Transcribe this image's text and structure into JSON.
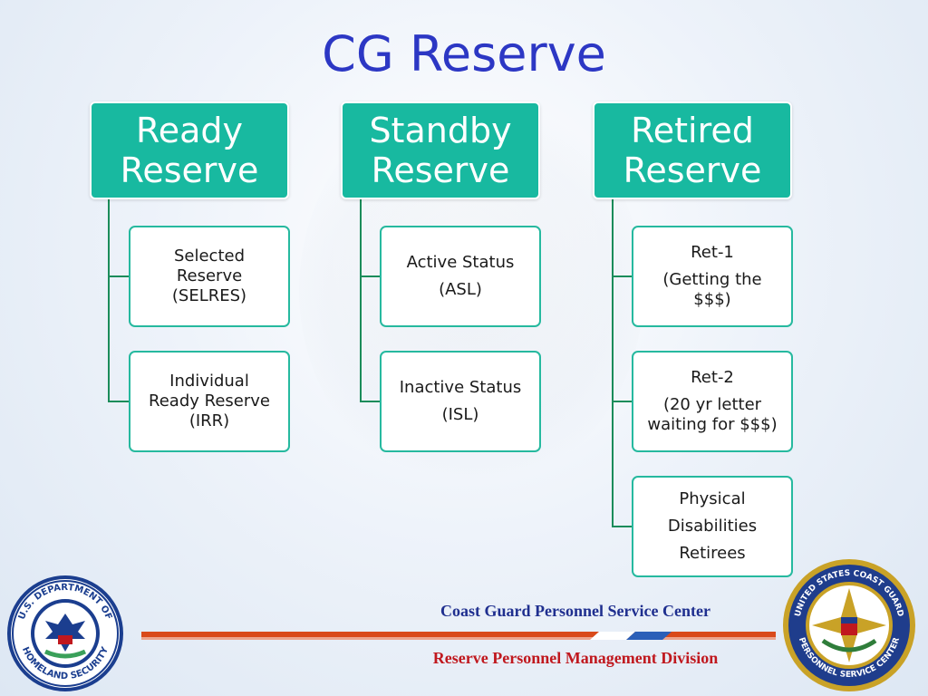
{
  "title": "CG Reserve",
  "columns": [
    {
      "header": "Ready\nReserve",
      "children": [
        {
          "lines": [
            "Selected",
            "Reserve",
            "(SELRES)"
          ]
        },
        {
          "lines": [
            "Individual",
            "Ready Reserve",
            "(IRR)"
          ]
        }
      ]
    },
    {
      "header": "Standby\nReserve",
      "children": [
        {
          "lines": [
            "Active Status",
            "(ASL)"
          ]
        },
        {
          "lines": [
            "Inactive Status",
            "(ISL)"
          ]
        }
      ]
    },
    {
      "header": "Retired\nReserve",
      "children": [
        {
          "lines": [
            "Ret-1",
            "(Getting the",
            "$$$)"
          ]
        },
        {
          "lines": [
            "Ret-2",
            "(20 yr letter",
            "waiting for $$$)"
          ]
        },
        {
          "lines": [
            "Physical",
            "Disabilities",
            "Retirees"
          ]
        }
      ]
    }
  ],
  "footer": {
    "line1": "Coast Guard Personnel Service Center",
    "line2": "Reserve Personnel Management Division"
  },
  "logos": {
    "left_text": "U.S. DEPARTMENT OF HOMELAND SECURITY",
    "right_text": "UNITED STATES COAST GUARD PERSONNEL SERVICE CENTER"
  },
  "colors": {
    "header_fill": "#18b9a0",
    "child_border": "#26b99f",
    "connector": "#1b8c5a",
    "title": "#2c37c4",
    "footer_blue": "#1f2f8f",
    "footer_red": "#c0181e"
  }
}
